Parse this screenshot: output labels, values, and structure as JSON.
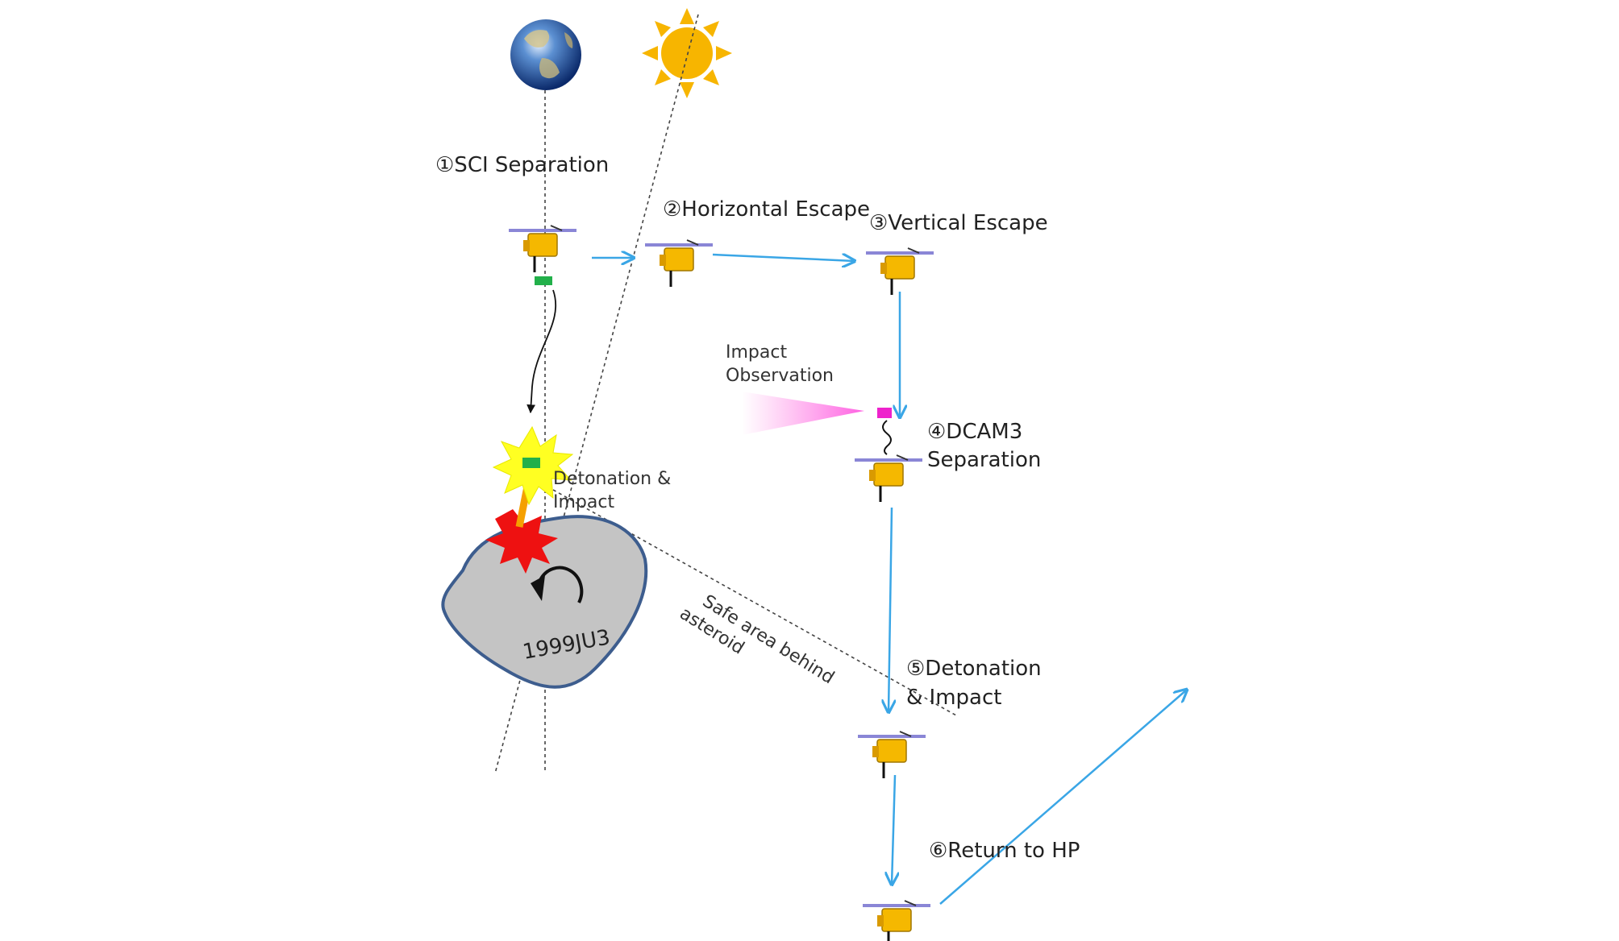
{
  "diagram": {
    "steps": [
      {
        "id": "step-1",
        "label": "①SCI Separation"
      },
      {
        "id": "step-2",
        "label": "②Horizontal Escape"
      },
      {
        "id": "step-3",
        "label": "③Vertical Escape"
      },
      {
        "id": "step-4",
        "label_lines": [
          "④DCAM3",
          "Separation"
        ]
      },
      {
        "id": "step-5",
        "label_lines": [
          "⑤Detonation",
          "& Impact"
        ]
      },
      {
        "id": "step-6",
        "label": "⑥Return to HP"
      }
    ],
    "impact_observation": [
      "Impact",
      "Observation"
    ],
    "detonation_impact": [
      "Detonation &",
      "Impact"
    ],
    "safe_area": [
      "Safe area behind",
      "asteroid"
    ],
    "asteroid_name": "1999JU3",
    "icons": [
      "earth-icon",
      "sun-icon",
      "spacecraft-icon",
      "sci-impactor-icon",
      "dcam3-camera-icon",
      "explosion-icon",
      "rotation-arrow-icon"
    ],
    "colors": {
      "flow_arrow": "#3aa6e6",
      "spacecraft_body": "#f5b800",
      "solar_panel": "#8a86d6",
      "sci": "#22b04a",
      "dcam3": "#ee22cc",
      "flash": "#ffff22",
      "explosion": "#ee1111",
      "asteroid_fill": "#c4c4c4",
      "asteroid_stroke": "#3d5d8e"
    }
  }
}
